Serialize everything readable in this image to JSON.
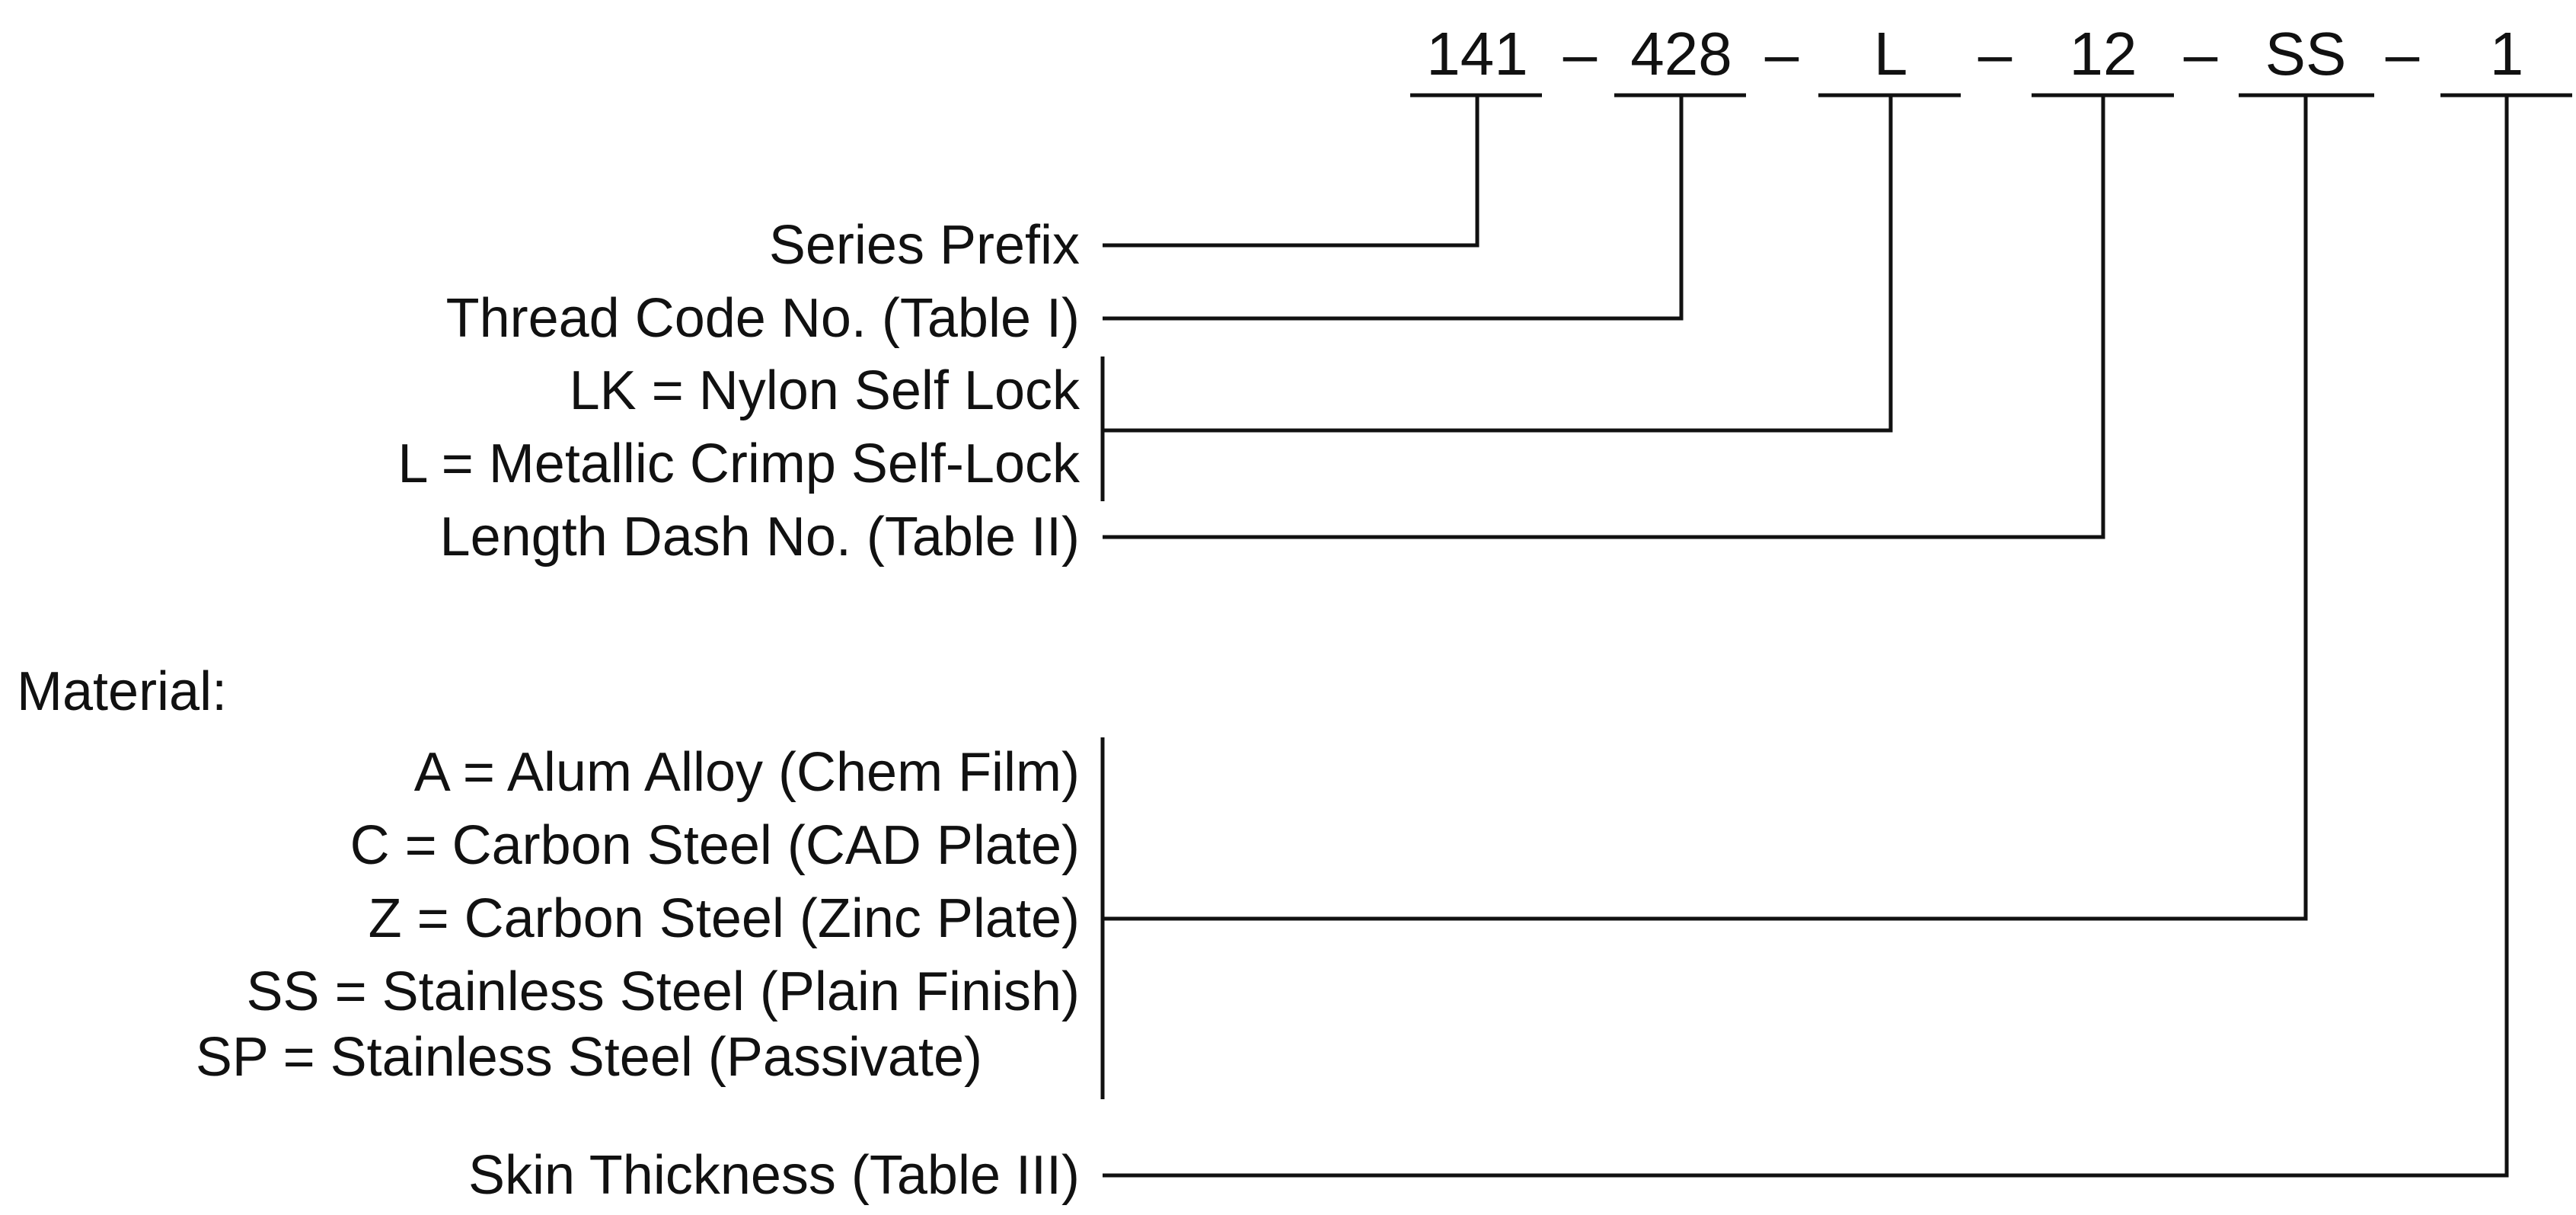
{
  "part_number": {
    "segments": [
      "141",
      "428",
      "L",
      "12",
      "SS",
      "1"
    ],
    "separator": "–"
  },
  "callouts": {
    "series_prefix": "Series Prefix",
    "thread_code": "Thread Code No. (Table I)",
    "lock_options": [
      "LK = Nylon Self Lock",
      "L = Metallic Crimp Self-Lock"
    ],
    "length_dash": "Length Dash No. (Table II)",
    "material_heading": "Material:",
    "material_options": [
      "A = Alum Alloy (Chem Film)",
      "C = Carbon Steel (CAD Plate)",
      "Z = Carbon Steel (Zinc Plate)",
      "SS = Stainless Steel (Plain Finish)",
      "SP = Stainless Steel (Passivate)"
    ],
    "skin_thickness": "Skin Thickness (Table III)"
  }
}
